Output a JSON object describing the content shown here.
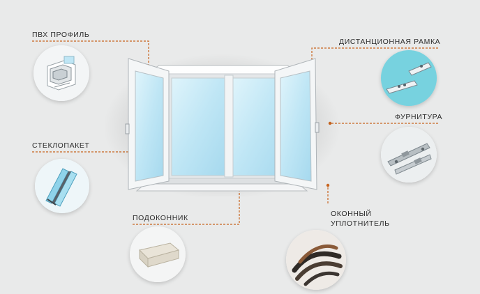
{
  "labels": {
    "pvc_profile": "ПВХ  ПРОФИЛЬ",
    "double_glazing": "СТЕКЛОПАКЕТ",
    "window_sill": "ПОДОКОННИК",
    "spacer_frame": "ДИСТАНЦИОННАЯ  РАМКА",
    "hardware": "ФУРНИТУРА",
    "window_seal_line1": "ОКОННЫЙ",
    "window_seal_line2": "УПЛОТНИТЕЛЬ"
  },
  "icons": {
    "pvc_profile": "pvc-profile-cross-section",
    "double_glazing": "glass-unit-corner",
    "window_sill": "window-sill-board",
    "spacer_frame": "spacer-frame-pieces",
    "hardware": "window-hardware-fittings",
    "window_seal": "rubber-seal-strips"
  },
  "colors": {
    "leader_line": "#c8641e",
    "background": "#e9eaea",
    "glass": "#bfe6f5"
  }
}
